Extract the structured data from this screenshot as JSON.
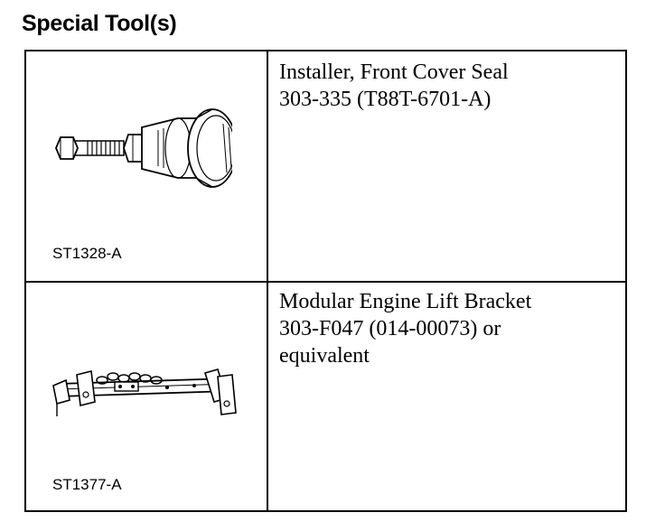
{
  "heading": "Special Tool(s)",
  "tools": [
    {
      "caption": "ST1328-A",
      "name": "Installer, Front Cover Seal",
      "part_line": "303-335 (T88T-6701-A)",
      "extra_line": "",
      "illustration": "front-cover-seal-installer-illustration"
    },
    {
      "caption": "ST1377-A",
      "name": "Modular Engine Lift Bracket",
      "part_line": "303-F047 (014-00073) or",
      "extra_line": "equivalent",
      "illustration": "engine-lift-bracket-illustration"
    }
  ]
}
